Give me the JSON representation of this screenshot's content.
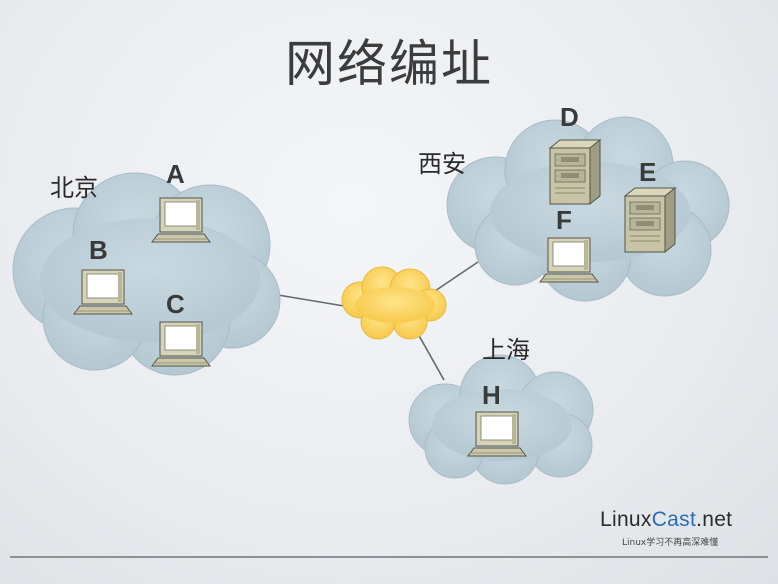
{
  "title": "网络编址",
  "regions": {
    "beijing": "北京",
    "xian": "西安",
    "shanghai": "上海"
  },
  "nodes": {
    "a": "A",
    "b": "B",
    "c": "C",
    "d": "D",
    "e": "E",
    "f": "F",
    "h": "H"
  },
  "brand": {
    "name_main": "Linux",
    "name_accent": "Cast",
    "name_suffix": ".net",
    "tagline": "Linux学习不再高深难懂"
  },
  "colors": {
    "cloud_fill": "#bccfd8",
    "cloud_stroke": "#a9bcc6",
    "core_cloud": "#fbd96a",
    "link": "#666666"
  },
  "icons": {
    "workstation": "computer-monitor-icon",
    "server": "file-server-icon",
    "internet": "internet-cloud-icon"
  }
}
